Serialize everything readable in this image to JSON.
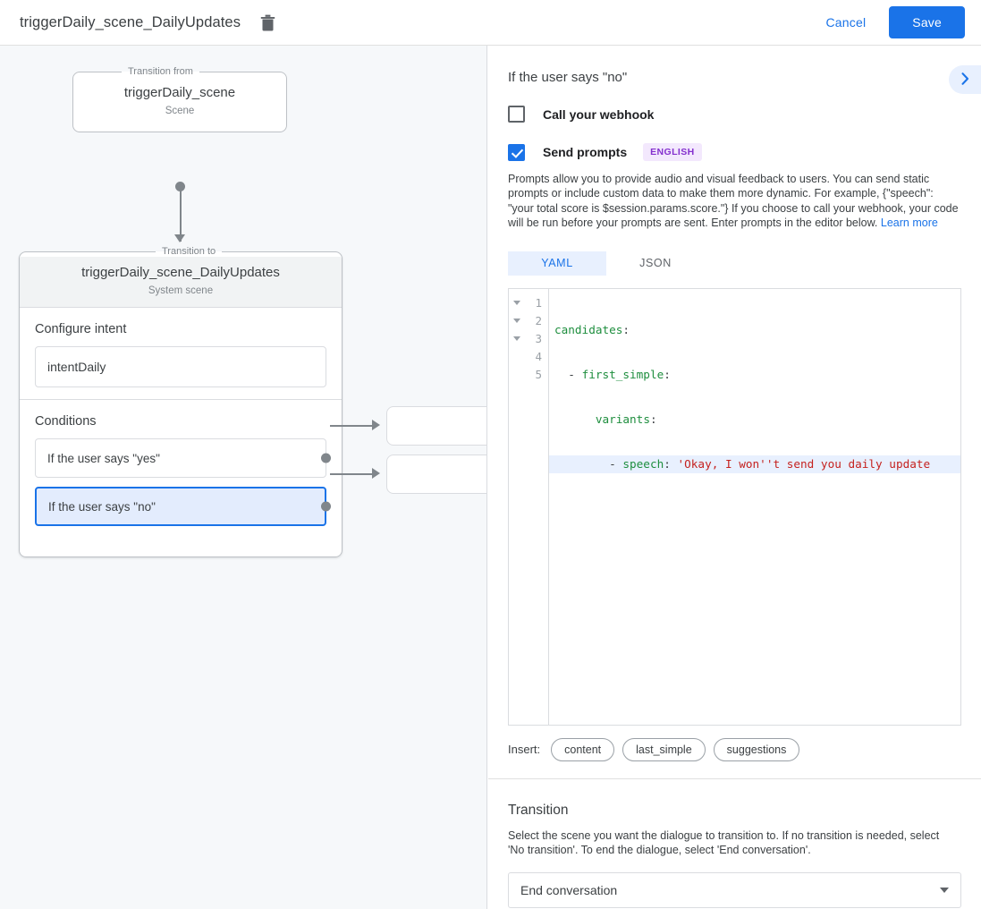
{
  "topbar": {
    "title": "triggerDaily_scene_DailyUpdates",
    "delete_icon": "trash-icon",
    "cancel_label": "Cancel",
    "save_label": "Save",
    "accent_color": "#1a73e8"
  },
  "canvas": {
    "transition_from": {
      "legend": "Transition from",
      "title": "triggerDaily_scene",
      "subtitle": "Scene"
    },
    "transition_to": {
      "legend": "Transition to",
      "title": "triggerDaily_scene_DailyUpdates",
      "subtitle": "System scene",
      "intent_section_label": "Configure intent",
      "intent_value": "intentDaily",
      "conditions_label": "Conditions",
      "conditions": [
        {
          "label": "If the user says \"yes\"",
          "selected": false
        },
        {
          "label": "If the user says \"no\"",
          "selected": true
        }
      ]
    },
    "selected_color": "#1a73e8",
    "selected_fill": "#e3ecfd"
  },
  "panel": {
    "title": "If the user says \"no\"",
    "expand_icon": "chevron-right-icon",
    "webhook": {
      "label": "Call your webhook",
      "checked": false
    },
    "prompts": {
      "label": "Send prompts",
      "checked": true,
      "language_badge": "ENGLISH",
      "badge_color": "#8430ce",
      "help_text": "Prompts allow you to provide audio and visual feedback to users. You can send static prompts or include custom data to make them more dynamic. For example, {\"speech\": \"your total score is $session.params.score.\"} If you choose to call your webhook, your code will be run before your prompts are sent. Enter prompts in the editor below. ",
      "help_link": "Learn more"
    },
    "tabs": [
      {
        "label": "YAML",
        "active": true
      },
      {
        "label": "JSON",
        "active": false
      }
    ],
    "editor": {
      "line_numbers": [
        "1",
        "2",
        "3",
        "4",
        "5"
      ],
      "folds": [
        true,
        true,
        true,
        false,
        false
      ],
      "highlighted_line": 4,
      "lines": [
        {
          "indent": "",
          "key": "candidates",
          "colon": ":",
          "value": ""
        },
        {
          "indent": "  - ",
          "key": "first_simple",
          "colon": ":",
          "value": ""
        },
        {
          "indent": "      ",
          "key": "variants",
          "colon": ":",
          "value": ""
        },
        {
          "indent": "        - ",
          "key": "speech",
          "colon": ": ",
          "value": "'Okay, I won''t send you daily update"
        },
        {
          "indent": "",
          "key": "",
          "colon": "",
          "value": ""
        }
      ]
    },
    "insert": {
      "label": "Insert:",
      "chips": [
        "content",
        "last_simple",
        "suggestions"
      ]
    },
    "transition": {
      "title": "Transition",
      "description": "Select the scene you want the dialogue to transition to. If no transition is needed, select 'No transition'. To end the dialogue, select 'End conversation'.",
      "selected_value": "End conversation"
    }
  }
}
